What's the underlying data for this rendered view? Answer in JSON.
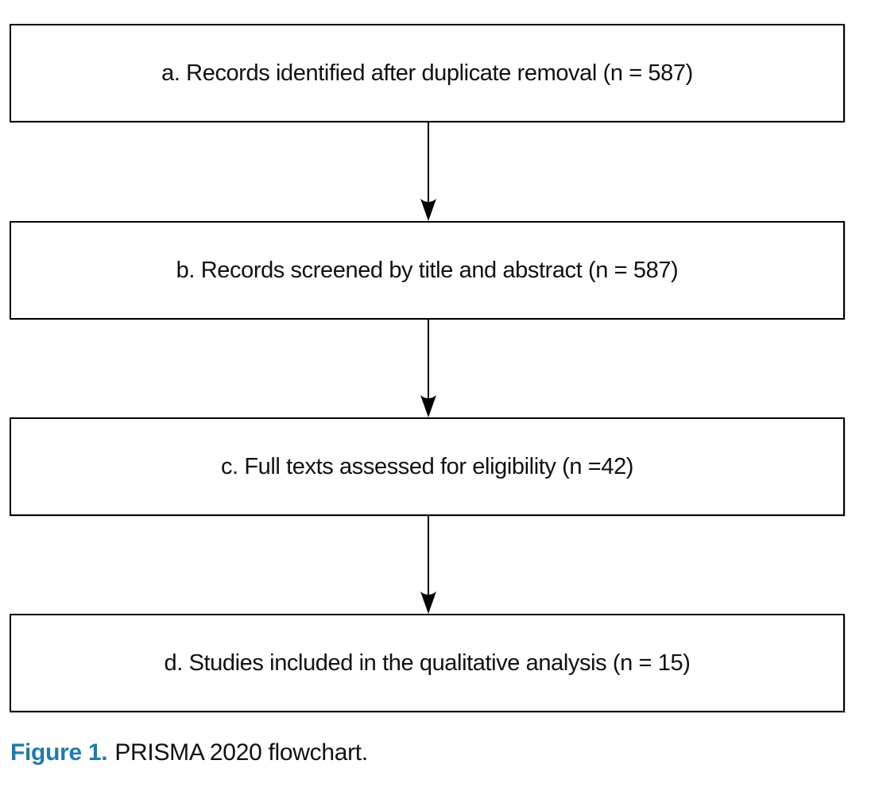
{
  "figure": {
    "type": "flowchart",
    "boxes": [
      {
        "id": "a",
        "label": "a. Records identified after duplicate removal (n = 587)",
        "n": 587
      },
      {
        "id": "b",
        "label": "b. Records screened by title and abstract (n = 587)",
        "n": 587
      },
      {
        "id": "c",
        "label": "c. Full texts assessed for eligibility (n =42)",
        "n": 42
      },
      {
        "id": "d",
        "label": "d. Studies included in the qualitative analysis (n = 15)",
        "n": 15
      }
    ],
    "arrows": [
      {
        "from": "a",
        "to": "b",
        "direction": "down"
      },
      {
        "from": "b",
        "to": "c",
        "direction": "down"
      },
      {
        "from": "c",
        "to": "d",
        "direction": "down"
      }
    ],
    "caption": {
      "label": "Figure 1.",
      "text": "PRISMA 2020 flowchart."
    },
    "colors": {
      "caption_label": "#1f7bac",
      "box_border": "#000000",
      "arrow": "#000000",
      "text": "#111111",
      "background": "#ffffff"
    }
  }
}
